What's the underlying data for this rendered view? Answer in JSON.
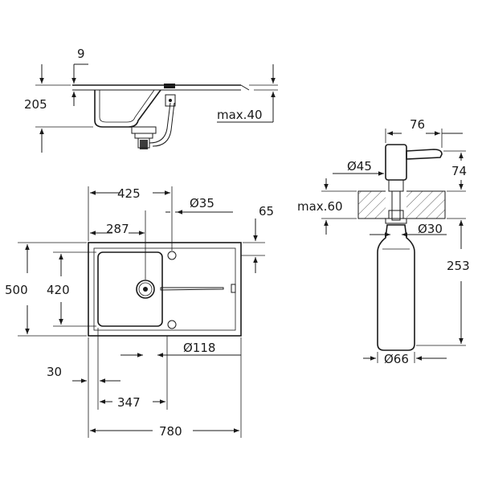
{
  "dimensions": {
    "rim_thickness": "9",
    "bowl_depth": "205",
    "worktop_max": "max.40",
    "width_425": "425",
    "tap_hole": "Ø35",
    "edge_65": "65",
    "bowl_287": "287",
    "depth_500": "500",
    "depth_420": "420",
    "waste_118": "Ø118",
    "margin_30": "30",
    "offset_347": "347",
    "width_780": "780",
    "disp_76": "76",
    "disp_45": "Ø45",
    "disp_74": "74",
    "disp_max60": "max.60",
    "disp_30": "Ø30",
    "disp_253": "253",
    "disp_66": "Ø66"
  },
  "colors": {
    "line": "#1a1a1a",
    "background": "#ffffff"
  },
  "icons": {
    "arrow": "filled-triangle-arrowhead",
    "waste": "strainer-circle",
    "hatch": "worktop-section-hatch"
  }
}
